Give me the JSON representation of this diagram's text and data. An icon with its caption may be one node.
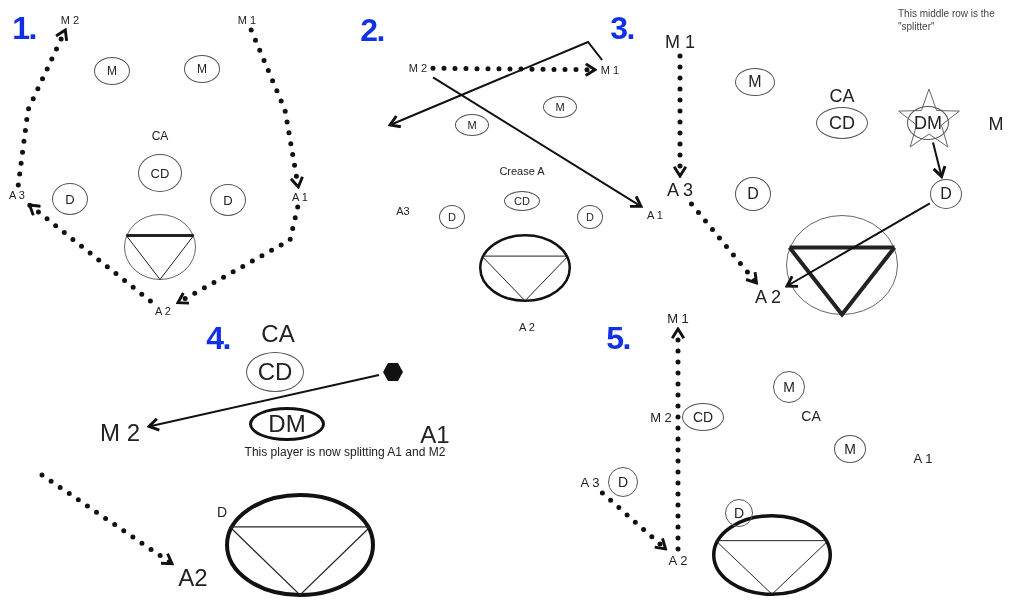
{
  "diagram": {
    "nodes": [
      {
        "text": [
          "M 2"
        ]
      },
      {
        "text": [
          "M 1"
        ]
      },
      {
        "text": [
          "A 1"
        ]
      },
      {
        "text": [
          "A 2"
        ]
      },
      {
        "text": [
          "A 3"
        ]
      },
      {
        "text": [
          "M"
        ]
      },
      {
        "text": [
          "M"
        ]
      },
      {
        "text": [
          "CD"
        ]
      },
      {
        "text": [
          "D"
        ]
      },
      {
        "text": [
          "D"
        ]
      },
      {
        "text": [
          "M 2"
        ]
      },
      {
        "text": [
          "M 1"
        ]
      },
      {
        "text": [
          "M"
        ]
      },
      {
        "text": [
          "M"
        ]
      },
      {
        "text": [
          "A 1"
        ]
      },
      {
        "text": [
          "A3"
        ]
      },
      {
        "text": [
          "D"
        ]
      },
      {
        "text": [
          "CD"
        ]
      },
      {
        "text": [
          "D"
        ]
      },
      {
        "text": [
          "A 2"
        ]
      },
      {
        "text": [
          "M 1"
        ]
      },
      {
        "text": [
          "M"
        ]
      },
      {
        "text": [
          "DM"
        ]
      },
      {
        "text": [
          "CD"
        ]
      },
      {
        "text": [
          "A 3"
        ]
      },
      {
        "text": [
          "D"
        ]
      },
      {
        "text": [
          "D"
        ]
      },
      {
        "text": [
          "A 2"
        ]
      },
      {
        "text": [],
        "shape": "hexagon"
      },
      {
        "text": [
          "M 2"
        ]
      },
      {
        "text": [
          "CD"
        ]
      },
      {
        "text": [
          "DM"
        ]
      },
      {
        "text": [
          "A1"
        ]
      },
      {
        "text": [
          "A2"
        ]
      },
      {
        "text": [
          "M 1"
        ]
      },
      {
        "text": [
          "M 2"
        ]
      },
      {
        "text": [
          "CD"
        ]
      },
      {
        "text": [
          "M"
        ]
      },
      {
        "text": [
          "M"
        ]
      },
      {
        "text": [
          "A 1"
        ]
      },
      {
        "text": [
          "A 3"
        ]
      },
      {
        "text": [
          "D"
        ]
      },
      {
        "text": [
          "D"
        ]
      },
      {
        "text": [
          "A 2"
        ]
      }
    ],
    "edges": [
      {
        "from": 1,
        "to": 2,
        "arrow": "to",
        "style": "dashed"
      },
      {
        "from": 2,
        "to": 3,
        "arrow": "to",
        "style": "dashed"
      },
      {
        "from": 3,
        "to": 4,
        "arrow": "to",
        "style": "dashed"
      },
      {
        "from": 4,
        "to": 0,
        "arrow": "to",
        "style": "dashed"
      },
      {
        "from": 10,
        "to": 11,
        "arrow": "to",
        "style": "dashed"
      },
      {
        "from": 10,
        "to": 14,
        "arrow": "to"
      },
      {
        "from": 11,
        "to": null,
        "arrow": "to"
      },
      {
        "from": 20,
        "to": 24,
        "arrow": "to",
        "style": "dashed"
      },
      {
        "from": 24,
        "to": 27,
        "arrow": "to",
        "style": "dashed"
      },
      {
        "from": 22,
        "to": 26,
        "arrow": "to"
      },
      {
        "from": 26,
        "to": 27,
        "arrow": "to"
      },
      {
        "from": 28,
        "to": 29,
        "arrow": "to"
      },
      {
        "from": null,
        "to": 33,
        "arrow": "to",
        "style": "dashed"
      },
      {
        "from": 40,
        "to": 43,
        "arrow": "to",
        "style": "dashed"
      },
      {
        "from": 43,
        "to": 34,
        "arrow": "to",
        "style": "dashed"
      }
    ],
    "labels": [
      "1.",
      "CA",
      "2.",
      "Crease A",
      "3.",
      "This middle row is the \"splitter\"",
      "CA",
      "M",
      "4.",
      "CA",
      "This player is now splitting A1 and M2",
      "D",
      "5.",
      "CA"
    ]
  }
}
